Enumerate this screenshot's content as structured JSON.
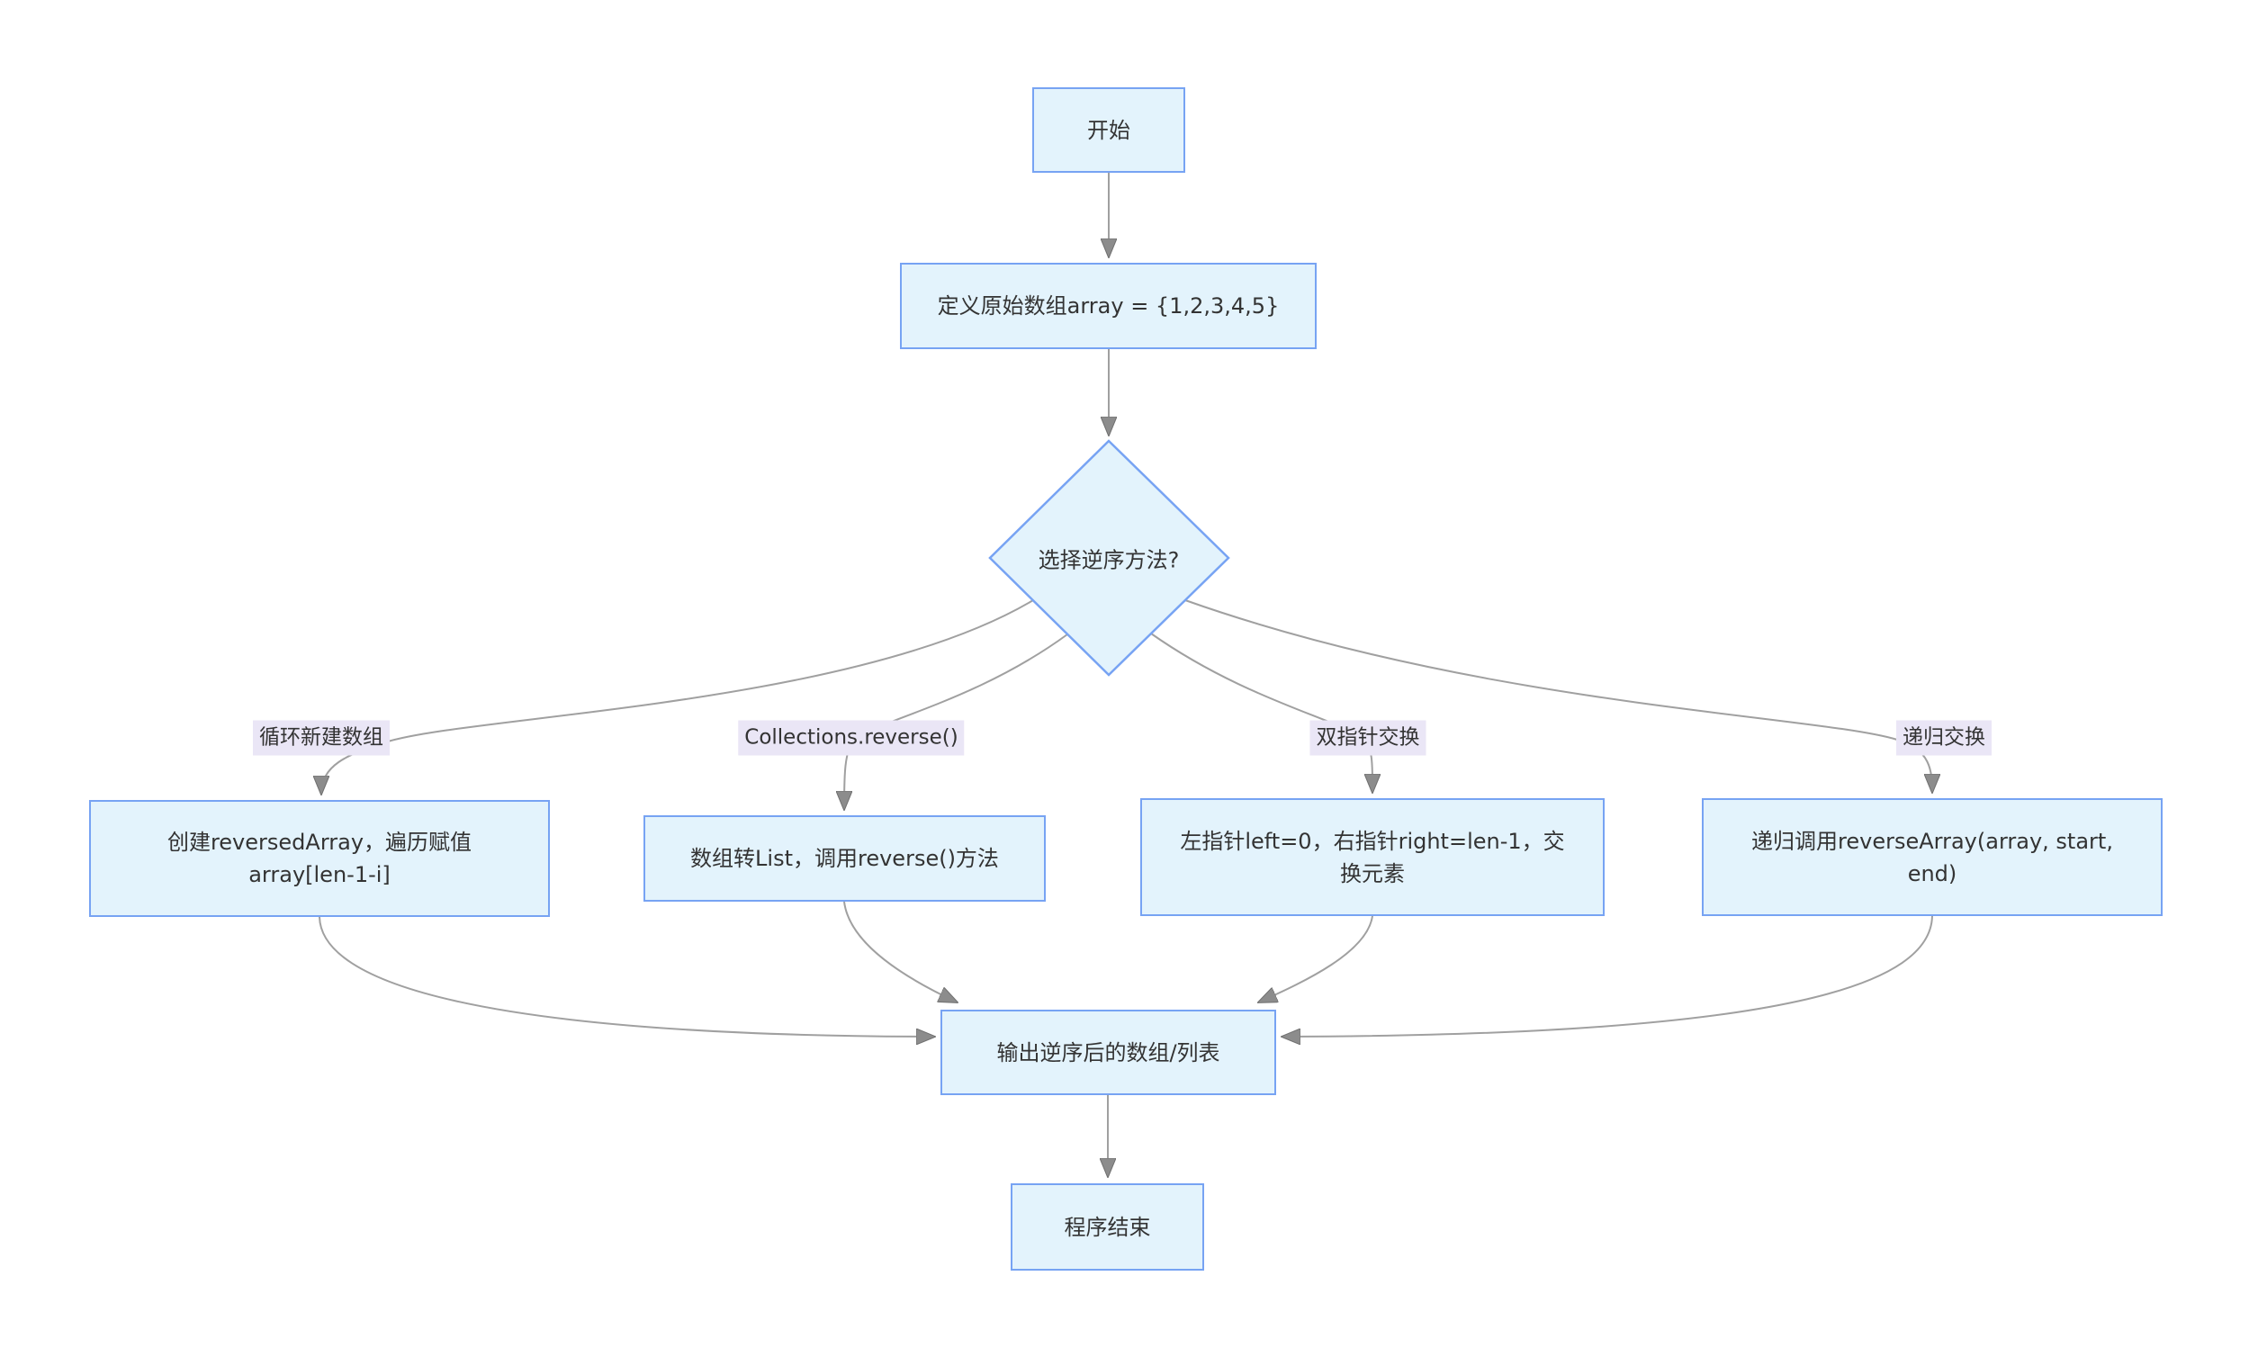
{
  "theme": {
    "background": "#ffffff",
    "node_fill": "#e3f3fc",
    "node_border": "#77a3f3",
    "edge_label_bg": "#eae6f6",
    "line_color": "#a0a0a0",
    "arrow_color": "#8c8c8c",
    "text_color": "#333333"
  },
  "nodes": {
    "start": {
      "label": "开始"
    },
    "define_array": {
      "label": "定义原始数组array = {1,2,3,4,5}"
    },
    "choose_method": {
      "label": "选择逆序方法?"
    },
    "loop_new_array": {
      "label": [
        "创建reversedArray，遍历赋值",
        "array[len-1-i]"
      ]
    },
    "collections_reverse": {
      "label": "数组转List，调用reverse()方法"
    },
    "two_pointer_swap": {
      "label": [
        "左指针left=0，右指针right=len-1，交",
        "换元素"
      ]
    },
    "recursive_swap": {
      "label": [
        "递归调用reverseArray(array, start,",
        "end)"
      ]
    },
    "output_result": {
      "label": "输出逆序后的数组/列表"
    },
    "end": {
      "label": "程序结束"
    }
  },
  "edge_labels": {
    "loop_new_array": "循环新建数组",
    "collections_reverse": "Collections.reverse()",
    "two_pointer_swap": "双指针交换",
    "recursive_swap": "递归交换"
  }
}
